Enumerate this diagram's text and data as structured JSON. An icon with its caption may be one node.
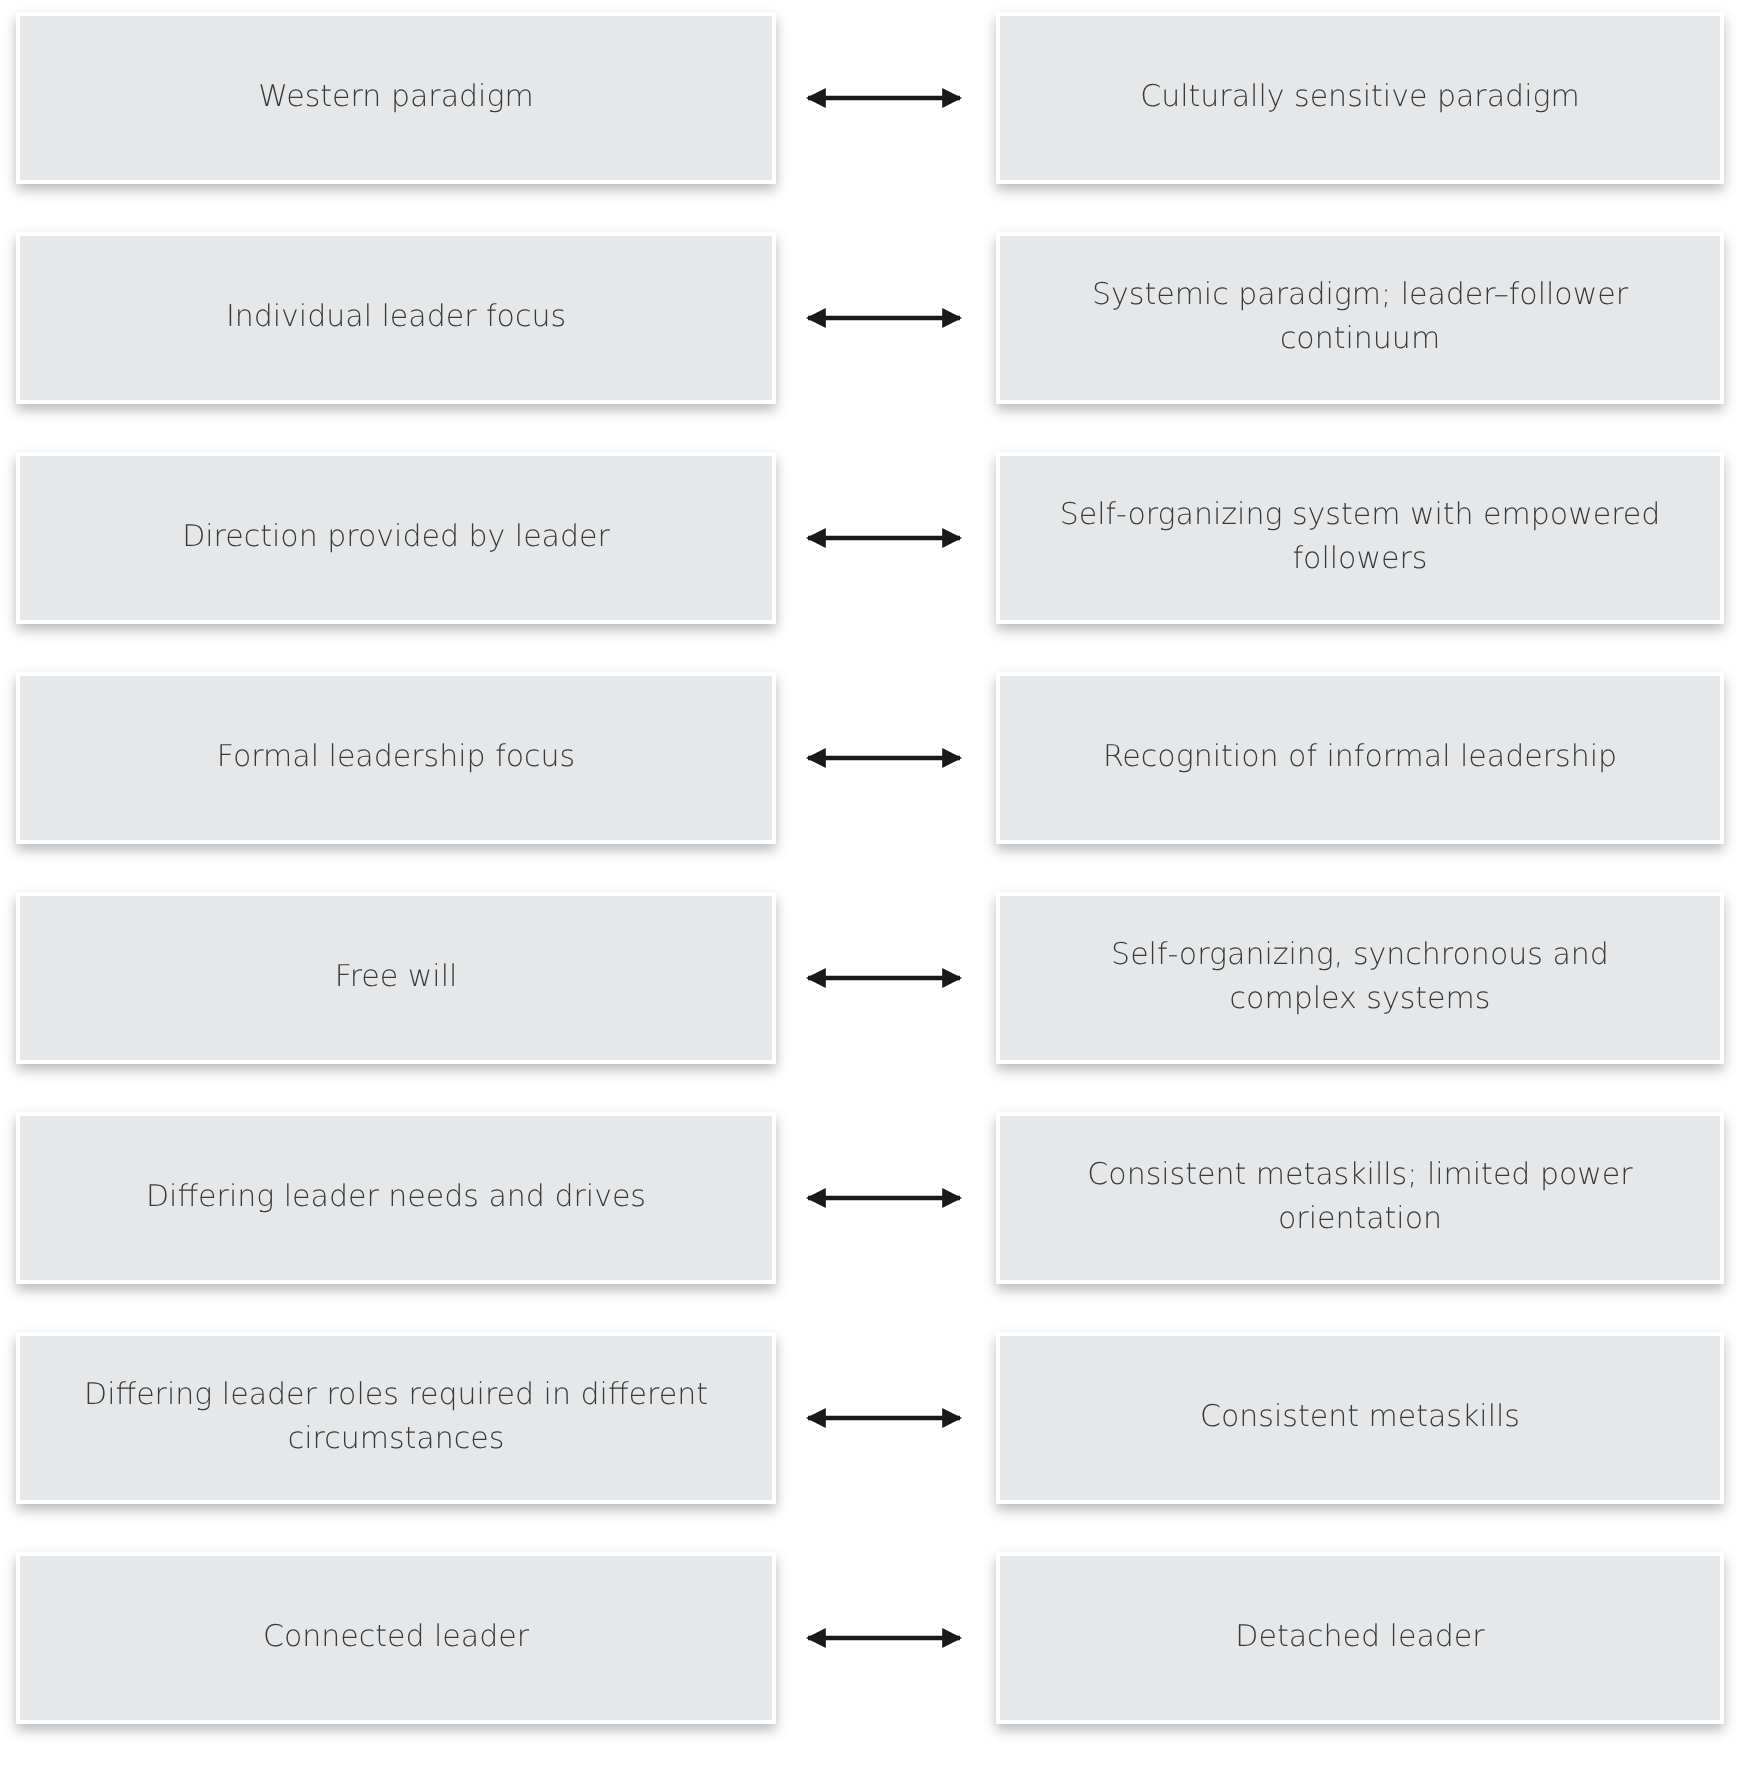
{
  "diagram": {
    "nodes": [
      {
        "text": [
          "Western paradigm"
        ]
      },
      {
        "text": [
          "Culturally sensitive paradigm"
        ]
      },
      {
        "text": [
          "Individual leader focus"
        ]
      },
      {
        "text": [
          "Systemic paradigm; leader–follower continuum"
        ]
      },
      {
        "text": [
          "Direction provided by leader"
        ]
      },
      {
        "text": [
          "Self-organizing system with empowered followers"
        ]
      },
      {
        "text": [
          "Formal leadership focus"
        ]
      },
      {
        "text": [
          "Recognition of informal leadership"
        ]
      },
      {
        "text": [
          "Free will"
        ]
      },
      {
        "text": [
          "Self-organizing, synchronous and complex systems"
        ]
      },
      {
        "text": [
          "Differing leader needs and drives"
        ]
      },
      {
        "text": [
          "Consistent metaskills; limited power orientation"
        ]
      },
      {
        "text": [
          "Differing leader roles required in different circumstances"
        ]
      },
      {
        "text": [
          "Consistent metaskills"
        ]
      },
      {
        "text": [
          "Connected leader"
        ]
      },
      {
        "text": [
          "Detached leader"
        ]
      }
    ],
    "edges": [
      {
        "from": 0,
        "to": 1,
        "arrow": "both"
      },
      {
        "from": 2,
        "to": 3,
        "arrow": "both"
      },
      {
        "from": 4,
        "to": 5,
        "arrow": "both"
      },
      {
        "from": 6,
        "to": 7,
        "arrow": "both"
      },
      {
        "from": 8,
        "to": 9,
        "arrow": "both"
      },
      {
        "from": 10,
        "to": 11,
        "arrow": "both"
      },
      {
        "from": 12,
        "to": 13,
        "arrow": "both"
      },
      {
        "from": 14,
        "to": 15,
        "arrow": "both"
      }
    ]
  }
}
